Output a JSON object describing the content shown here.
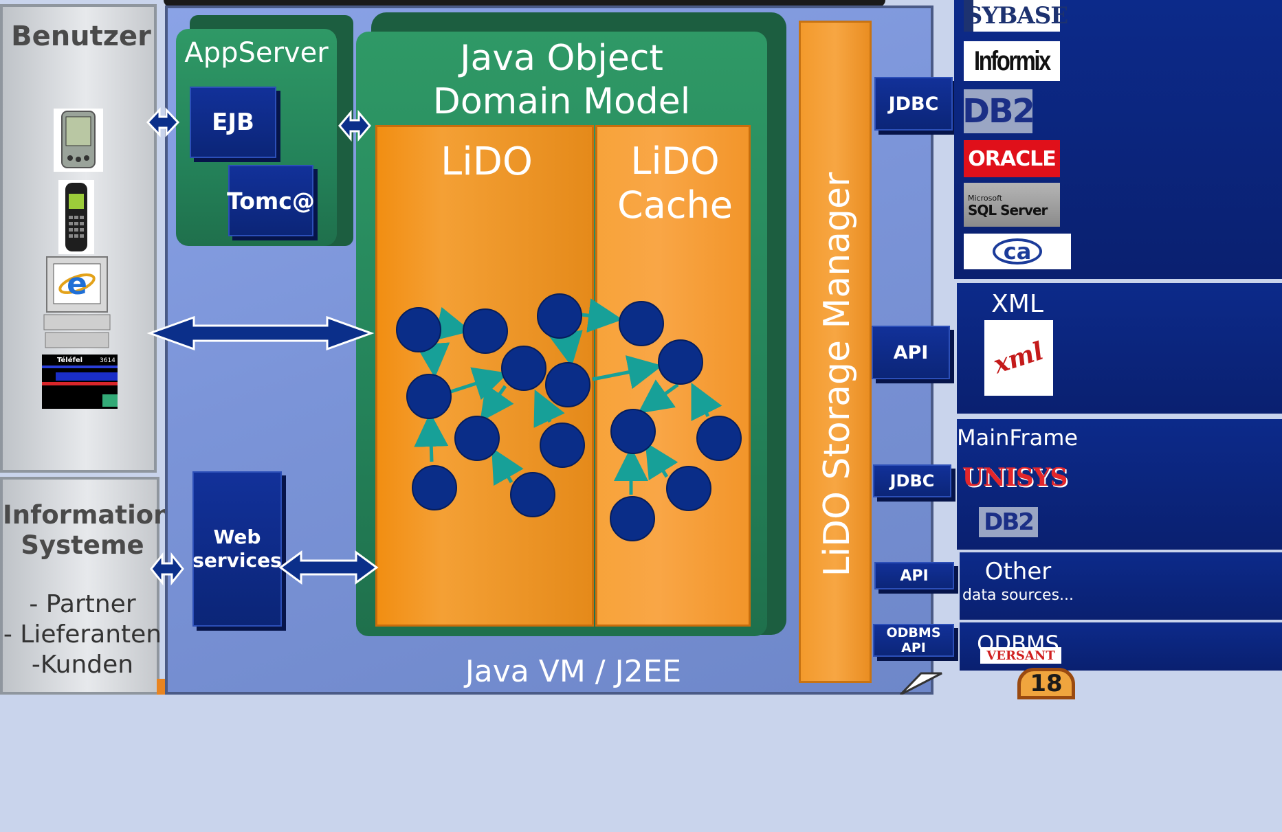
{
  "users": {
    "title": "Benutzer"
  },
  "info_systems": {
    "title_line1": "Informations",
    "title_line2": "Systeme",
    "item1": "- Partner",
    "item2": "- Lieferanten",
    "item3": "-Kunden"
  },
  "telefel": {
    "brand": "Téléfel",
    "code": "3614"
  },
  "appserver": {
    "title": "AppServer",
    "ejb": "EJB",
    "tomcat": "Tomc@"
  },
  "webservices": {
    "line1": "Web",
    "line2": "services"
  },
  "domain_model": {
    "title_line1": "Java Object",
    "title_line2": "Domain Model",
    "lido": "LiDO",
    "cache_line1": "LiDO",
    "cache_line2": "Cache"
  },
  "vm_label": "Java VM / J2EE",
  "storage_manager": "LiDO Storage Manager",
  "connectors": {
    "jdbc1": "JDBC",
    "api1": "API",
    "jdbc2": "JDBC",
    "api2": "API",
    "odbms_api": "ODBMS API"
  },
  "databases": {
    "sybase": "SYBASE",
    "informix": "Informix",
    "db2": "DB2",
    "oracle": "ORACLE",
    "sqlserver_small": "Microsoft",
    "sqlserver": "SQL Server",
    "ca": "ca"
  },
  "xml": {
    "title": "XML",
    "logo": "xml"
  },
  "mainframe": {
    "title": "MainFrame",
    "unisys": "UNISYS",
    "db2": "DB2"
  },
  "other": {
    "title": "Other",
    "subtitle": "data sources..."
  },
  "odbms": {
    "title": "ODBMS",
    "versant": "VERSANT"
  },
  "page_number": "18",
  "colors": {
    "node": "#0b2f8a",
    "edge": "#1ba39c",
    "orange": "#f59a1f",
    "green": "#2a8c5e",
    "dark_blue": "#0c2a8a"
  }
}
